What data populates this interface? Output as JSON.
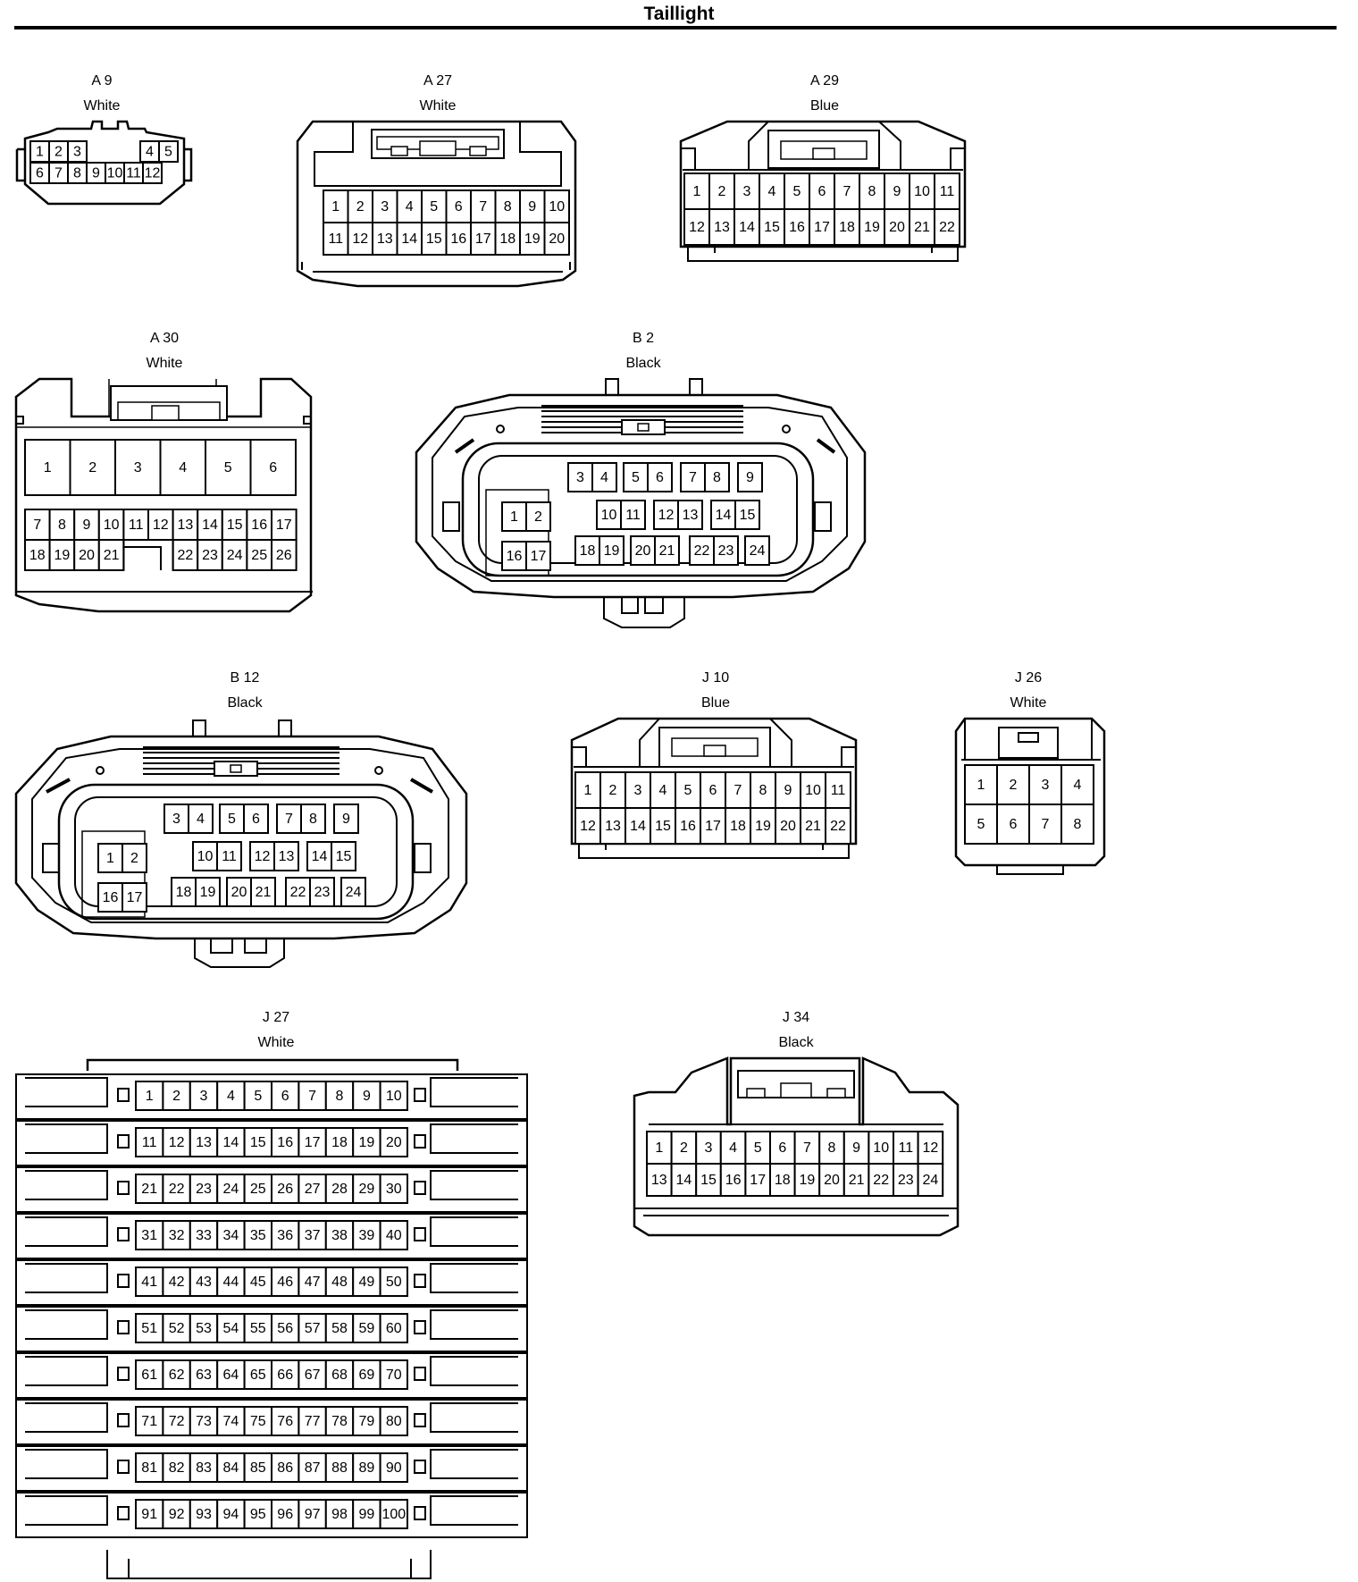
{
  "title": "Taillight",
  "connectors": [
    {
      "id": "A 9",
      "color": "White",
      "rows": [
        [
          "1",
          "2",
          "3",
          "",
          "",
          "4",
          "5"
        ],
        [
          "6",
          "7",
          "8",
          "9",
          "10",
          "11",
          "12"
        ]
      ]
    },
    {
      "id": "A 27",
      "color": "White",
      "rows": [
        [
          "1",
          "2",
          "3",
          "4",
          "5",
          "6",
          "7",
          "8",
          "9",
          "10"
        ],
        [
          "11",
          "12",
          "13",
          "14",
          "15",
          "16",
          "17",
          "18",
          "19",
          "20"
        ]
      ]
    },
    {
      "id": "A 29",
      "color": "Blue",
      "rows": [
        [
          "1",
          "2",
          "3",
          "4",
          "5",
          "6",
          "7",
          "8",
          "9",
          "10",
          "11"
        ],
        [
          "12",
          "13",
          "14",
          "15",
          "16",
          "17",
          "18",
          "19",
          "20",
          "21",
          "22"
        ]
      ]
    },
    {
      "id": "A 30",
      "color": "White",
      "rows": [
        [
          "1",
          "2",
          "3",
          "4",
          "5",
          "6"
        ],
        [
          "7",
          "8",
          "9",
          "10",
          "11",
          "12",
          "13",
          "14",
          "15",
          "16",
          "17"
        ],
        [
          "18",
          "19",
          "20",
          "21",
          "22",
          "23",
          "24",
          "25",
          "26"
        ]
      ]
    },
    {
      "id": "B 2",
      "color": "Black",
      "rows": [
        [
          "1",
          "2",
          "3",
          "4",
          "5",
          "6",
          "7",
          "8",
          "9"
        ],
        [
          "10",
          "11",
          "12",
          "13",
          "14",
          "15"
        ],
        [
          "16",
          "17",
          "18",
          "19",
          "20",
          "21",
          "22",
          "23",
          "24"
        ]
      ]
    },
    {
      "id": "B 12",
      "color": "Black",
      "rows": [
        [
          "1",
          "2",
          "3",
          "4",
          "5",
          "6",
          "7",
          "8",
          "9"
        ],
        [
          "10",
          "11",
          "12",
          "13",
          "14",
          "15"
        ],
        [
          "16",
          "17",
          "18",
          "19",
          "20",
          "21",
          "22",
          "23",
          "24"
        ]
      ]
    },
    {
      "id": "J 10",
      "color": "Blue",
      "rows": [
        [
          "1",
          "2",
          "3",
          "4",
          "5",
          "6",
          "7",
          "8",
          "9",
          "10",
          "11"
        ],
        [
          "12",
          "13",
          "14",
          "15",
          "16",
          "17",
          "18",
          "19",
          "20",
          "21",
          "22"
        ]
      ]
    },
    {
      "id": "J 26",
      "color": "White",
      "rows": [
        [
          "1",
          "2",
          "3",
          "4"
        ],
        [
          "5",
          "6",
          "7",
          "8"
        ]
      ]
    },
    {
      "id": "J 27",
      "color": "White",
      "rows": [
        [
          "1",
          "2",
          "3",
          "4",
          "5",
          "6",
          "7",
          "8",
          "9",
          "10"
        ],
        [
          "11",
          "12",
          "13",
          "14",
          "15",
          "16",
          "17",
          "18",
          "19",
          "20"
        ],
        [
          "21",
          "22",
          "23",
          "24",
          "25",
          "26",
          "27",
          "28",
          "29",
          "30"
        ],
        [
          "31",
          "32",
          "33",
          "34",
          "35",
          "36",
          "37",
          "38",
          "39",
          "40"
        ],
        [
          "41",
          "42",
          "43",
          "44",
          "45",
          "46",
          "47",
          "48",
          "49",
          "50"
        ],
        [
          "51",
          "52",
          "53",
          "54",
          "55",
          "56",
          "57",
          "58",
          "59",
          "60"
        ],
        [
          "61",
          "62",
          "63",
          "64",
          "65",
          "66",
          "67",
          "68",
          "69",
          "70"
        ],
        [
          "71",
          "72",
          "73",
          "74",
          "75",
          "76",
          "77",
          "78",
          "79",
          "80"
        ],
        [
          "81",
          "82",
          "83",
          "84",
          "85",
          "86",
          "87",
          "88",
          "89",
          "90"
        ],
        [
          "91",
          "92",
          "93",
          "94",
          "95",
          "96",
          "97",
          "98",
          "99",
          "100"
        ]
      ]
    },
    {
      "id": "J 34",
      "color": "Black",
      "rows": [
        [
          "1",
          "2",
          "3",
          "4",
          "5",
          "6",
          "7",
          "8",
          "9",
          "10",
          "11",
          "12"
        ],
        [
          "13",
          "14",
          "15",
          "16",
          "17",
          "18",
          "19",
          "20",
          "21",
          "22",
          "23",
          "24"
        ]
      ]
    }
  ]
}
